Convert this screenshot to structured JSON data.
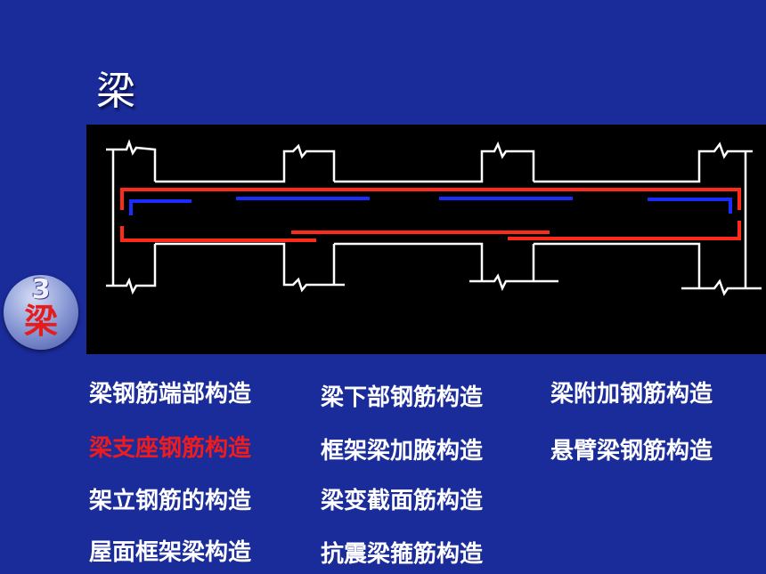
{
  "slide": {
    "title": "梁"
  },
  "badge": {
    "number": "3",
    "char": "梁"
  },
  "links": [
    {
      "label": "梁钢筋端部构造",
      "active": false
    },
    {
      "label": "梁下部钢筋构造",
      "active": false
    },
    {
      "label": "梁附加钢筋构造",
      "active": false
    },
    {
      "label": "梁支座钢筋构造",
      "active": true
    },
    {
      "label": "框架梁加腋构造",
      "active": false
    },
    {
      "label": "悬臂梁钢筋构造",
      "active": false
    },
    {
      "label": "架立钢筋的构造",
      "active": false
    },
    {
      "label": "梁变截面筋构造",
      "active": false
    },
    {
      "label": "屋面框架梁构造",
      "active": false
    },
    {
      "label": "抗震梁箍筋构造",
      "active": false
    }
  ],
  "colors": {
    "background": "#1a2b9a",
    "top_bar": "#ff2a1a",
    "bottom_bar": "#ff2a1a",
    "short_bar": "#1a2cff",
    "outline": "#ffffff",
    "active_link": "#ee1c1c"
  }
}
